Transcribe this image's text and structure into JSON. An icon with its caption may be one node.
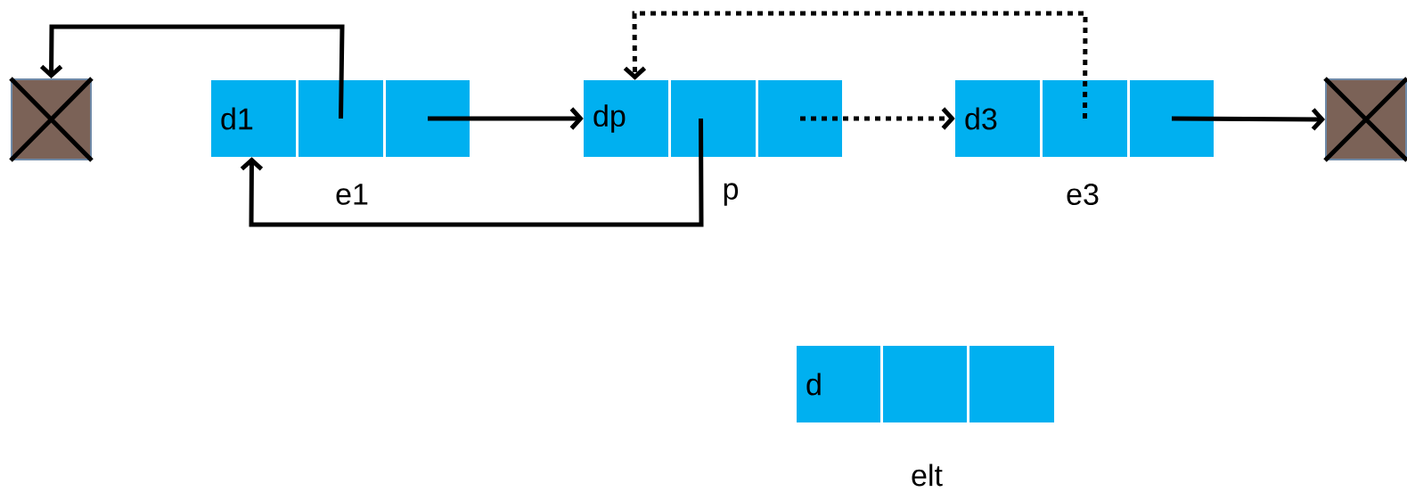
{
  "diagram": {
    "nodes": [
      {
        "text": [],
        "shape": "box"
      },
      {
        "text": [
          "d1"
        ]
      },
      {
        "text": [],
        "shape": "box"
      },
      {
        "text": [],
        "shape": "box"
      },
      {
        "text": [
          "dp"
        ]
      },
      {
        "text": [],
        "shape": "box"
      },
      {
        "text": [],
        "shape": "box"
      },
      {
        "text": [
          "d3"
        ]
      },
      {
        "text": [],
        "shape": "box"
      },
      {
        "text": [],
        "shape": "box"
      },
      {
        "text": [],
        "shape": "box"
      },
      {
        "text": [
          "d"
        ]
      },
      {
        "text": [],
        "shape": "box"
      },
      {
        "text": [],
        "shape": "box"
      }
    ],
    "edges": [
      {
        "from": 2,
        "to": 0,
        "arrow": "to"
      },
      {
        "from": 3,
        "to": 4,
        "arrow": "to"
      },
      {
        "from": 5,
        "to": 1,
        "arrow": "to"
      },
      {
        "from": 6,
        "to": 7,
        "arrow": "to",
        "style": "dashed"
      },
      {
        "from": 8,
        "to": 4,
        "arrow": "to",
        "style": "dashed"
      },
      {
        "from": 9,
        "to": 10,
        "arrow": "to"
      }
    ],
    "labels": [
      "e1",
      "p",
      "e3",
      "elt"
    ]
  }
}
